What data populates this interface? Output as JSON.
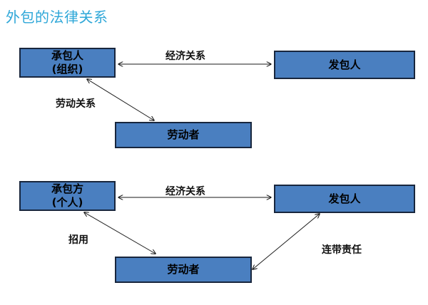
{
  "title": "外包的法律关系",
  "colors": {
    "box_fill": "#4a7fc0",
    "box_border": "#18263d",
    "title": "#2ea7d8",
    "arrow": "#1a1a1a"
  },
  "diagram1": {
    "contractor": {
      "line1": "承包人",
      "line2": "(组织)"
    },
    "client": {
      "label": "发包人"
    },
    "worker": {
      "label": "劳动者"
    },
    "rel_econ": "经济关系",
    "rel_labor": "劳动关系"
  },
  "diagram2": {
    "contractor": {
      "line1": "承包方",
      "line2": "(个人)"
    },
    "client": {
      "label": "发包人"
    },
    "worker": {
      "label": "劳动者"
    },
    "rel_econ": "经济关系",
    "rel_hire": "招用",
    "rel_joint": "连带责任"
  }
}
